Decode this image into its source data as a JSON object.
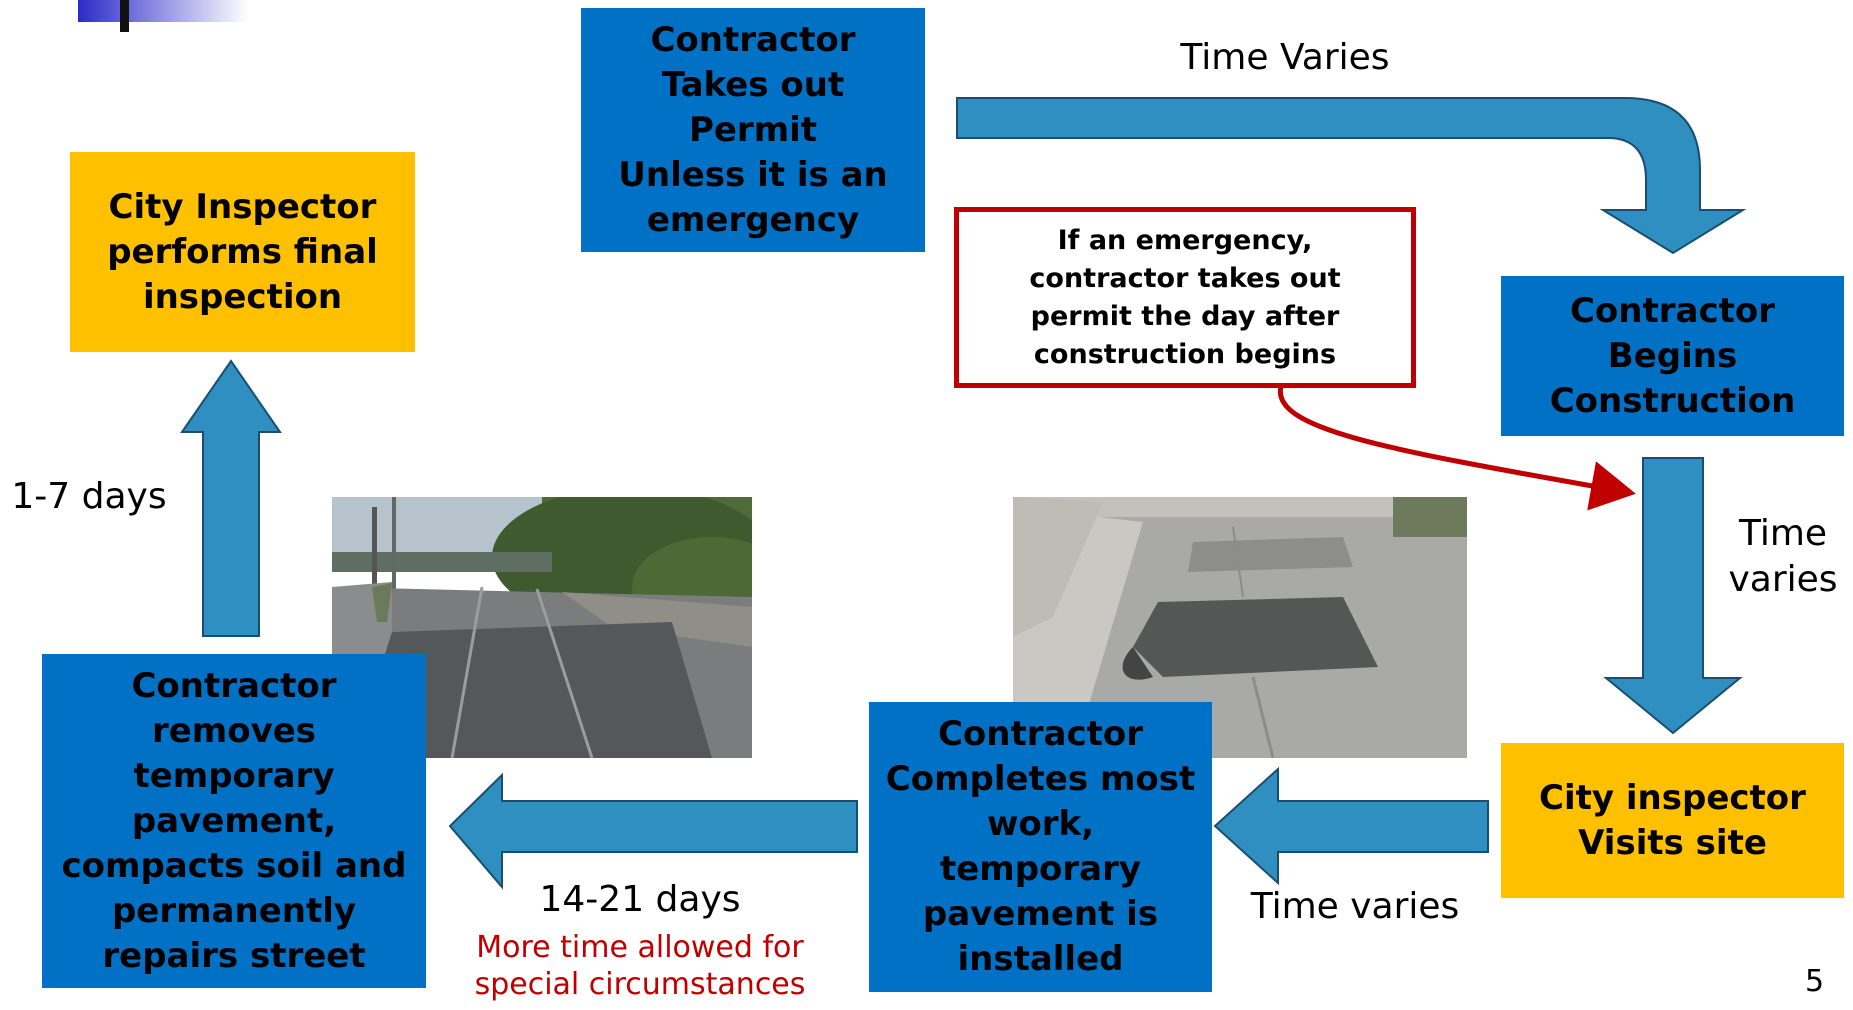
{
  "boxes": {
    "permit": "Contractor\nTakes out\nPermit\nUnless it is an\nemergency",
    "final_inspection": "City Inspector\nperforms final\ninspection",
    "begins_construction": "Contractor\nBegins\nConstruction",
    "visits_site": "City inspector\nVisits site",
    "completes_work": "Contractor\nCompletes most\nwork,\ntemporary\npavement is\ninstalled",
    "permanent_repair": "Contractor\nremoves\ntemporary\npavement,\ncompacts soil and\npermanently\nrepairs street"
  },
  "note": "If an emergency,\ncontractor takes out\npermit the day after\nconstruction begins",
  "labels": {
    "time_varies_top": "Time Varies",
    "time_varies_right": "Time\nvaries",
    "time_varies_bottom": "Time varies",
    "days_14_21": "14-21 days",
    "special_circumstances": "More time allowed for\nspecial circumstances",
    "days_1_7": "1-7 days"
  },
  "page_number": "5",
  "colors": {
    "blue_box": "#0071c5",
    "yellow_box": "#ffc000",
    "arrow_fill": "#2e8fc0",
    "arrow_stroke": "#1a4e6e",
    "note_border": "#c00000",
    "red_text": "#c00000"
  }
}
